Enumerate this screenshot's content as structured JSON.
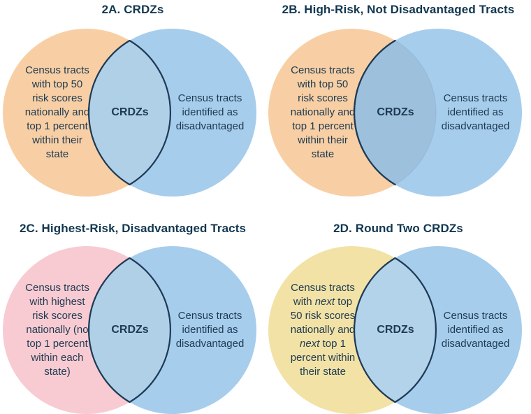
{
  "figure": {
    "colors": {
      "background": "#ffffff",
      "outline": "#1e3a56",
      "title_text": "#123750",
      "body_text": "#1e3a52",
      "overlay_faint_arc": "#8fb3d2"
    },
    "panels": [
      {
        "id": "2A",
        "title": "2A. CRDZs",
        "variant": "lens-outline",
        "left_circle": {
          "color": "#f8cfa4",
          "label_lines": [
            "Census tracts",
            "with top 50",
            "risk scores",
            "nationally and",
            "top 1 percent",
            "within their",
            "state"
          ]
        },
        "right_circle": {
          "color": "#a6cdec",
          "label_lines": [
            "Census tracts",
            "identified as",
            "disadvantaged"
          ]
        },
        "overlap": {
          "label": "CRDZs",
          "color": "#b0d0e8"
        }
      },
      {
        "id": "2B",
        "title": "2B. High-Risk, Not Disadvantaged Tracts",
        "variant": "overlay",
        "left_circle": {
          "color": "#f8cfa4",
          "label_lines": [
            "Census tracts",
            "with top 50",
            "risk scores",
            "nationally and",
            "top 1 percent",
            "within their",
            "state"
          ]
        },
        "right_circle": {
          "color": "#a6cdec",
          "label_lines": [
            "Census tracts",
            "identified as",
            "disadvantaged"
          ]
        },
        "overlap": {
          "label": "CRDZs",
          "color": "#9dc0dc"
        }
      },
      {
        "id": "2C",
        "title": "2C. Highest-Risk, Disadvantaged Tracts",
        "variant": "lens-outline",
        "left_circle": {
          "color": "#f8cbd2",
          "label_lines": [
            "Census tracts",
            "with highest",
            "risk scores",
            "nationally (no",
            "top 1 percent",
            "within each",
            "state)"
          ]
        },
        "right_circle": {
          "color": "#a6cdec",
          "label_lines": [
            "Census tracts",
            "identified as",
            "disadvantaged"
          ]
        },
        "overlap": {
          "label": "CRDZs",
          "color": "#b0d0e8"
        }
      },
      {
        "id": "2D",
        "title": "2D. Round Two CRDZs",
        "variant": "lens-outline",
        "left_circle": {
          "color": "#f2e2a6",
          "label_lines": [
            "Census tracts",
            "with *next* top",
            "50 risk scores",
            "nationally and",
            "*next* top 1",
            "percent within",
            "their state"
          ]
        },
        "right_circle": {
          "color": "#a6cdec",
          "label_lines": [
            "Census tracts",
            "identified as",
            "disadvantaged"
          ]
        },
        "overlap": {
          "label": "CRDZs",
          "color": "#b3d3ea"
        }
      }
    ]
  }
}
